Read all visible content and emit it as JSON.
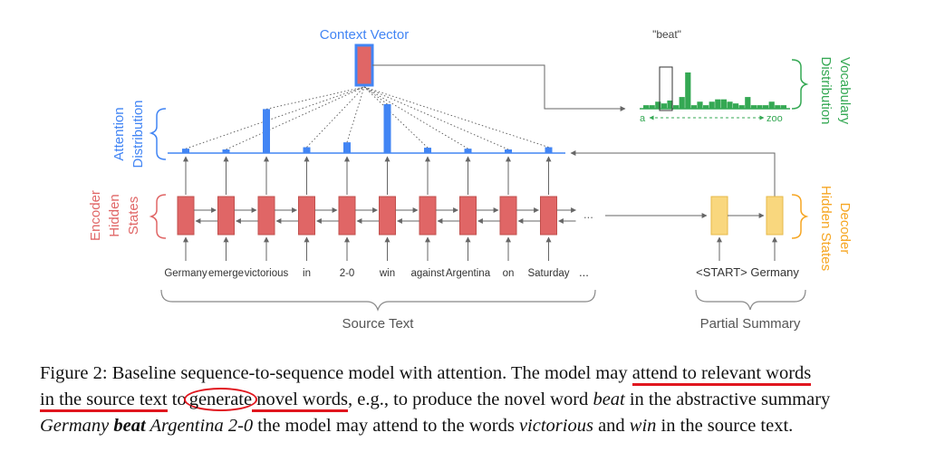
{
  "labels": {
    "context_vector": "Context Vector",
    "attention": [
      "Attention",
      "Distribution"
    ],
    "encoder": [
      "Encoder",
      "Hidden",
      "States"
    ],
    "vocabulary": [
      "Vocabulary",
      "Distribution"
    ],
    "decoder": [
      "Decoder",
      "Hidden States"
    ],
    "beat": "\"beat\"",
    "vocab_start": "a",
    "vocab_end": "zoo",
    "source_text": "Source Text",
    "partial_summary": "Partial Summary",
    "ellipsis": "..."
  },
  "source_words": [
    "Germany",
    "emerge",
    "victorious",
    "in",
    "2-0",
    "win",
    "against",
    "Argentina",
    "on",
    "Saturday"
  ],
  "summary_words": "<START> Germany",
  "attention_weights": [
    0.09,
    0.06,
    0.9,
    0.12,
    0.22,
    1.0,
    0.11,
    0.09,
    0.06,
    0.12
  ],
  "vocab_bars": [
    0.06,
    0.06,
    0.12,
    0.09,
    0.14,
    0.06,
    0.2,
    0.62,
    0.06,
    0.12,
    0.06,
    0.12,
    0.16,
    0.16,
    0.12,
    0.09,
    0.06,
    0.2,
    0.06,
    0.06,
    0.06,
    0.12,
    0.06,
    0.06
  ],
  "colors": {
    "blue": "#4285f4",
    "red": "#e06666",
    "red_stroke": "#c0504d",
    "green": "#34a853",
    "yellow": "#f9d77e",
    "yellow_stroke": "#e6b84a",
    "orange_text": "#f6a623",
    "gray": "#666666",
    "annotation_red": "#e0161e"
  },
  "caption": {
    "p1": "Figure 2: Baseline sequence-to-sequence model with attention. The model may ",
    "p1_ul": "attend to relevant words",
    "p2_ul": "in the source text",
    "p2_to": " to",
    "p2_gen": "generate",
    "p2_novel": " novel words",
    "p2_rest": ", e.g., to produce the novel word ",
    "p2_beat": "beat",
    "p2_end": " in the abstractive summary",
    "p3_germany": "Germany ",
    "p3_beat": "beat",
    "p3_argentina": " Argentina 2-0",
    "p3_mid": " the model may attend to the words ",
    "p3_victorious": "victorious",
    "p3_and": " and ",
    "p3_win": "win",
    "p3_end": " in the source text."
  }
}
